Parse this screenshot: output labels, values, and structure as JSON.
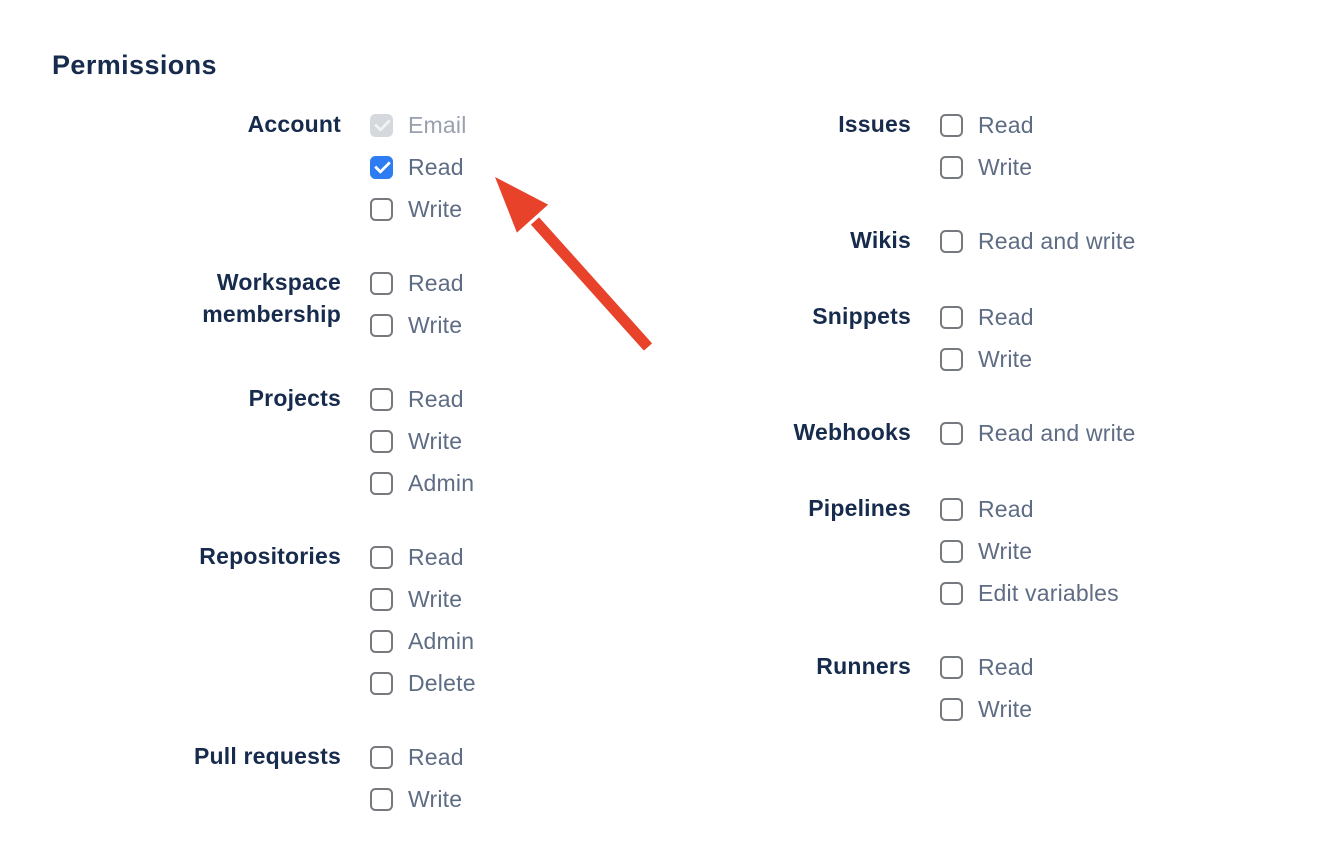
{
  "heading": "Permissions",
  "colors": {
    "heading-color": "#172B4D",
    "label-color": "#5E6C84",
    "label-disabled-color": "#99A1AE",
    "accent-color": "#2E7CF2",
    "checkbox-border-color": "#76797E",
    "checkbox-disabled-bg": "#D5D8DD",
    "arrow-color": "#E8422B"
  },
  "columns": [
    {
      "groups": [
        {
          "label": "Account",
          "options": [
            {
              "label": "Email",
              "state": "checked-disabled"
            },
            {
              "label": "Read",
              "state": "checked"
            },
            {
              "label": "Write",
              "state": "unchecked"
            }
          ]
        },
        {
          "label": "Workspace membership",
          "options": [
            {
              "label": "Read",
              "state": "unchecked"
            },
            {
              "label": "Write",
              "state": "unchecked"
            }
          ]
        },
        {
          "label": "Projects",
          "options": [
            {
              "label": "Read",
              "state": "unchecked"
            },
            {
              "label": "Write",
              "state": "unchecked"
            },
            {
              "label": "Admin",
              "state": "unchecked"
            }
          ]
        },
        {
          "label": "Repositories",
          "options": [
            {
              "label": "Read",
              "state": "unchecked"
            },
            {
              "label": "Write",
              "state": "unchecked"
            },
            {
              "label": "Admin",
              "state": "unchecked"
            },
            {
              "label": "Delete",
              "state": "unchecked"
            }
          ]
        },
        {
          "label": "Pull requests",
          "options": [
            {
              "label": "Read",
              "state": "unchecked"
            },
            {
              "label": "Write",
              "state": "unchecked"
            }
          ]
        }
      ]
    },
    {
      "groups": [
        {
          "label": "Issues",
          "options": [
            {
              "label": "Read",
              "state": "unchecked"
            },
            {
              "label": "Write",
              "state": "unchecked"
            }
          ]
        },
        {
          "label": "Wikis",
          "options": [
            {
              "label": "Read and write",
              "state": "unchecked"
            }
          ]
        },
        {
          "label": "Snippets",
          "options": [
            {
              "label": "Read",
              "state": "unchecked"
            },
            {
              "label": "Write",
              "state": "unchecked"
            }
          ]
        },
        {
          "label": "Webhooks",
          "options": [
            {
              "label": "Read and write",
              "state": "unchecked"
            }
          ]
        },
        {
          "label": "Pipelines",
          "options": [
            {
              "label": "Read",
              "state": "unchecked"
            },
            {
              "label": "Write",
              "state": "unchecked"
            },
            {
              "label": "Edit variables",
              "state": "unchecked"
            }
          ]
        },
        {
          "label": "Runners",
          "options": [
            {
              "label": "Read",
              "state": "unchecked"
            },
            {
              "label": "Write",
              "state": "unchecked"
            }
          ]
        }
      ]
    }
  ],
  "annotation": {
    "arrow_target": "Account Read checkbox"
  }
}
